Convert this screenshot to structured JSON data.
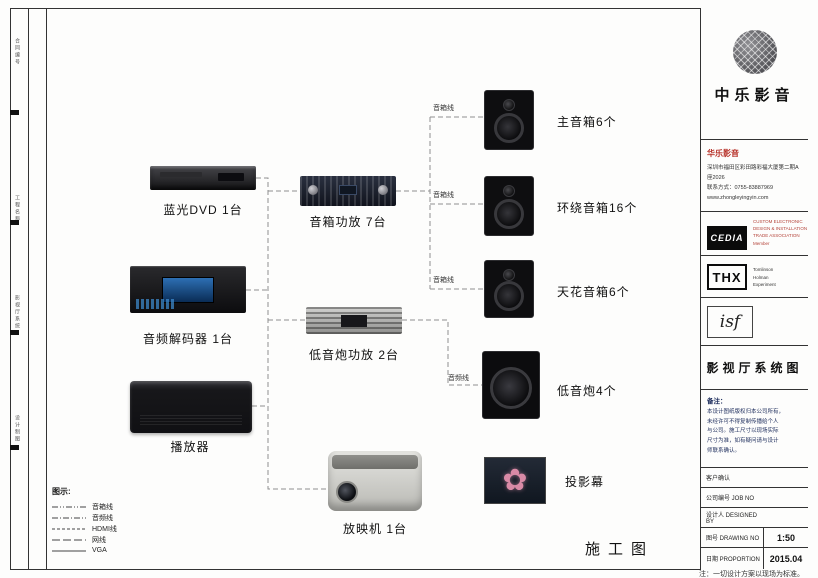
{
  "sheet": {
    "caption": "施工图",
    "footnote": "注：一切设计方案以现场为标准。"
  },
  "frame": {
    "side_labels": [
      "合同编号",
      "工程名称",
      "影视厅系统",
      "设计制图"
    ]
  },
  "devices": {
    "bluray": "蓝光DVD  1台",
    "amp": "音箱功放  7台",
    "decoder": "音频解码器  1台",
    "subamp": "低音炮功放  2台",
    "player": "播放器",
    "projector": "放映机  1台"
  },
  "outputs": {
    "main": "主音箱6个",
    "surround": "环绕音箱16个",
    "ceiling": "天花音箱6个",
    "sub": "低音炮4个",
    "screen": "投影幕"
  },
  "wires": {
    "w1": "音箱线",
    "w2": "音箱线",
    "w3": "音箱线",
    "w4": "音频线"
  },
  "legend": {
    "title": "图示:",
    "items": [
      "音箱线",
      "音频线",
      "HDMI线",
      "网线",
      "VGA"
    ]
  },
  "titleblock": {
    "logo_text": "中乐影音",
    "company_name": "华乐影音",
    "company_lines": [
      "深圳市福田区彩田路彩福大厦第二期A座2026",
      "联系方式：0755-83887969",
      "www.zhongleyingyin.com"
    ],
    "cedia": {
      "logo": "CEDIA",
      "lines": [
        "CUSTOM ELECTRONIC",
        "DESIGN & INSTALLATION",
        "TRADE ASSOCIATION",
        "Member"
      ]
    },
    "thx": {
      "logo": "THX",
      "lines": [
        "Tomlinson",
        "Holman",
        "Experiment"
      ]
    },
    "isf": {
      "logo": "isf"
    },
    "title": "影视厅系统图",
    "remarks_title": "备注：",
    "remarks": [
      "本设计图纸版权归本公司所有，",
      "未经许可不得复制传播给个人",
      "与公司。施工尺寸以现场实际",
      "尺寸为准，如有疑问请与设计",
      "师联系确认。"
    ],
    "table": [
      {
        "label": "客户确认",
        "value": ""
      },
      {
        "label": "公司编号  JOB NO",
        "value": ""
      },
      {
        "label": "设计人  DESIGNED BY",
        "value": ""
      },
      {
        "label": "图号  DRAWING NO",
        "value": "1:50"
      },
      {
        "label": "日期  PROPORTION",
        "value": "2015.04"
      }
    ]
  }
}
